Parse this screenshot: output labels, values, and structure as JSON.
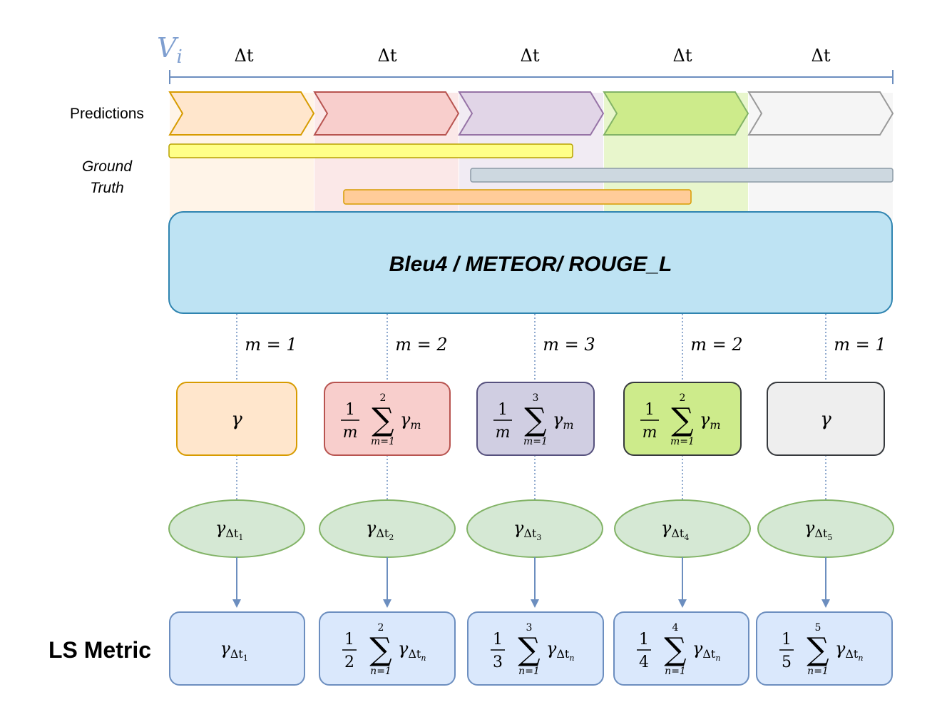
{
  "header": {
    "video_label": "V",
    "video_sub": "i",
    "delta_label": "Δt"
  },
  "rows": {
    "predictions_label": "Predictions",
    "ground_truth_line1": "Ground",
    "ground_truth_line2": "Truth",
    "ls_metric_label": "LS Metric"
  },
  "metric_box": {
    "text": "Bleu4 / METEOR/ ROUGE_L"
  },
  "colors": {
    "timeline": "#6c8ebf",
    "metric_fill": "#bee3f3",
    "metric_stroke": "#2f84b0",
    "ellipse_fill": "#d5e8d4",
    "ellipse_stroke": "#82b366",
    "result_fill": "#dae8fc",
    "result_stroke": "#6c8ebf",
    "arrow": "#6c8ebf"
  },
  "segments": [
    {
      "name": "seg1",
      "m_label": "m = 1",
      "agg": "gamma",
      "agg_fill": "#ffe6cc",
      "agg_stroke": "#d79b00",
      "chev_fill": "#ffe6cc",
      "chev_stroke": "#d79b00",
      "bg_fill": "#fff3e6",
      "sum_top": "",
      "gamma_sub": "1",
      "ls_kind": "single",
      "ls_num": "1",
      "ls_den": "",
      "ls_top": ""
    },
    {
      "name": "seg2",
      "m_label": "m = 2",
      "agg": "sum",
      "agg_fill": "#f8cecc",
      "agg_stroke": "#b85450",
      "chev_fill": "#f8cecc",
      "chev_stroke": "#b85450",
      "bg_fill": "#fbe6e6",
      "sum_top": "2",
      "gamma_sub": "2",
      "ls_kind": "sum",
      "ls_num": "1",
      "ls_den": "2",
      "ls_top": "2"
    },
    {
      "name": "seg3",
      "m_label": "m = 3",
      "agg": "sum",
      "agg_fill": "#d0cee2",
      "agg_stroke": "#56517e",
      "chev_fill": "#e1d5e7",
      "chev_stroke": "#9673a6",
      "bg_fill": "#efe9f2",
      "sum_top": "3",
      "gamma_sub": "3",
      "ls_kind": "sum",
      "ls_num": "1",
      "ls_den": "3",
      "ls_top": "3"
    },
    {
      "name": "seg4",
      "m_label": "m = 2",
      "agg": "sum",
      "agg_fill": "#cdeb8b",
      "agg_stroke": "#36393d",
      "chev_fill": "#cdeb8b",
      "chev_stroke": "#82b366",
      "bg_fill": "#e6f5c6",
      "sum_top": "2",
      "gamma_sub": "4",
      "ls_kind": "sum",
      "ls_num": "1",
      "ls_den": "4",
      "ls_top": "4"
    },
    {
      "name": "seg5",
      "m_label": "m = 1",
      "agg": "gamma",
      "agg_fill": "#eeeeee",
      "agg_stroke": "#36393d",
      "chev_fill": "#f5f5f5",
      "chev_stroke": "#999999",
      "bg_fill": "#f5f5f5",
      "sum_top": "",
      "gamma_sub": "5",
      "ls_kind": "sum",
      "ls_num": "1",
      "ls_den": "5",
      "ls_top": "5"
    }
  ],
  "ground_truth_bars": [
    {
      "name": "gt-bar-yellow",
      "fill": "#ffff88",
      "stroke": "#b8a100"
    },
    {
      "name": "gt-bar-gray",
      "fill": "#cdd8e0",
      "stroke": "#8c9aa6"
    },
    {
      "name": "gt-bar-orange",
      "fill": "#ffcc99",
      "stroke": "#d79b00"
    }
  ],
  "math": {
    "gamma": "γ",
    "sigma": "∑",
    "sum_var_m": "m=1",
    "sum_var_n": "n=1",
    "frac_num": "1",
    "frac_den_m": "m",
    "gamma_m_sub": "m",
    "delta_t": "Δt",
    "n_sub": "n"
  }
}
